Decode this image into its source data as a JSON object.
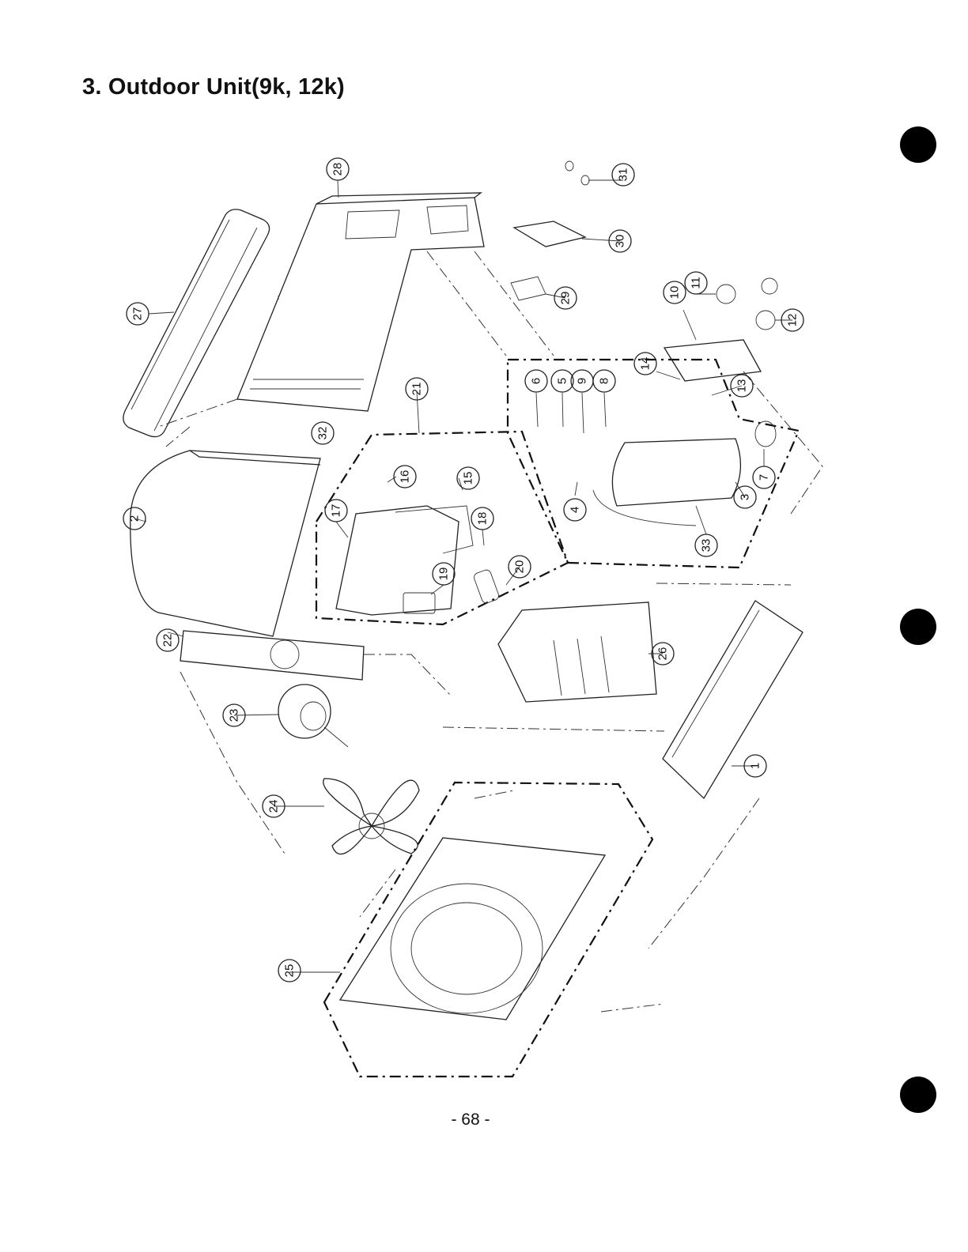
{
  "page": {
    "title": "3. Outdoor Unit(9k, 12k)",
    "page_number": "- 68 -"
  },
  "diagram": {
    "callouts": [
      {
        "id": "c1",
        "label": "1"
      },
      {
        "id": "c2",
        "label": "2"
      },
      {
        "id": "c3",
        "label": "3"
      },
      {
        "id": "c4",
        "label": "4"
      },
      {
        "id": "c5",
        "label": "5"
      },
      {
        "id": "c6",
        "label": "6"
      },
      {
        "id": "c7",
        "label": "7"
      },
      {
        "id": "c8",
        "label": "8"
      },
      {
        "id": "c9",
        "label": "9"
      },
      {
        "id": "c10",
        "label": "10"
      },
      {
        "id": "c11",
        "label": "11"
      },
      {
        "id": "c12",
        "label": "12"
      },
      {
        "id": "c13",
        "label": "13"
      },
      {
        "id": "c14",
        "label": "14"
      },
      {
        "id": "c15",
        "label": "15"
      },
      {
        "id": "c16",
        "label": "16"
      },
      {
        "id": "c17",
        "label": "17"
      },
      {
        "id": "c18",
        "label": "18"
      },
      {
        "id": "c19",
        "label": "19"
      },
      {
        "id": "c20",
        "label": "20"
      },
      {
        "id": "c21",
        "label": "21"
      },
      {
        "id": "c22",
        "label": "22"
      },
      {
        "id": "c23",
        "label": "23"
      },
      {
        "id": "c24",
        "label": "24"
      },
      {
        "id": "c25",
        "label": "25"
      },
      {
        "id": "c26",
        "label": "26"
      },
      {
        "id": "c27",
        "label": "27"
      },
      {
        "id": "c28",
        "label": "28"
      },
      {
        "id": "c29",
        "label": "29"
      },
      {
        "id": "c30",
        "label": "30"
      },
      {
        "id": "c31",
        "label": "31"
      },
      {
        "id": "c32",
        "label": "32"
      },
      {
        "id": "c33",
        "label": "33"
      }
    ]
  }
}
